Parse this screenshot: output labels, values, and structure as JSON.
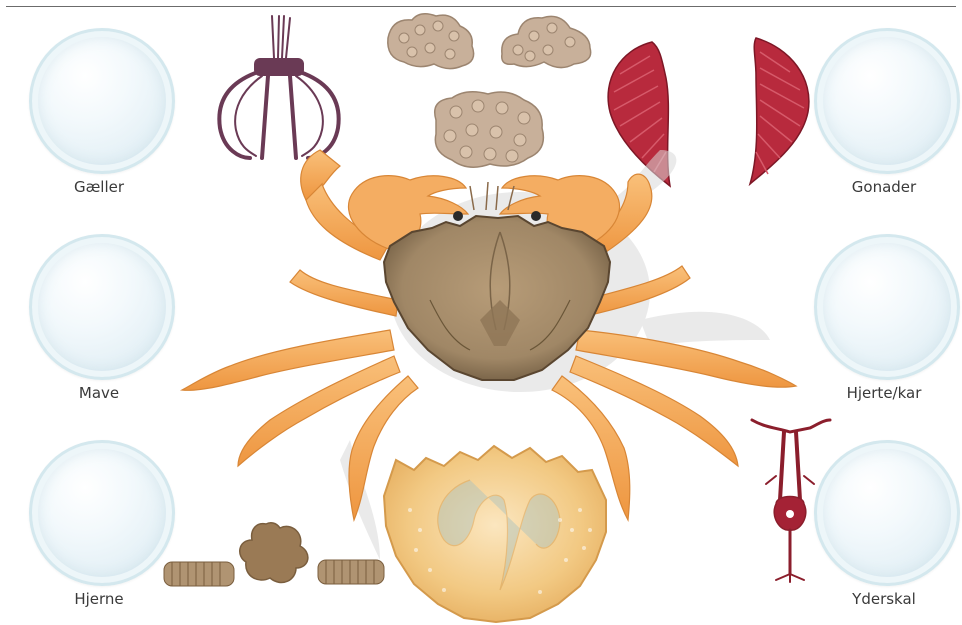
{
  "dishes": {
    "gills": "Gæller",
    "gonads": "Gonader",
    "stomach": "Mave",
    "heart": "Hjerte/kar",
    "brain": "Hjerne",
    "shell": "Yderskal"
  },
  "colors": {
    "background": "#ffffff",
    "dish_rim": "#d4e8ee",
    "crab_leg": "#f5a95a",
    "crab_carapace": "#a08766",
    "gonad_mass": "#c8b09a",
    "gill": "#b82a3d",
    "heart_vessels": "#8b1e2c",
    "stomach_frame": "#6a3a55",
    "brain": "#9a7a55",
    "shell": "#eebc6c",
    "label_text": "#3a3a3a"
  }
}
